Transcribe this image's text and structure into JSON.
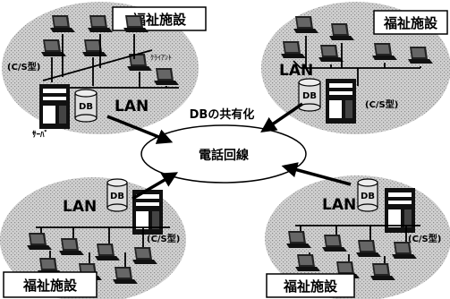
{
  "sites": [
    {
      "name": "福祉施設",
      "lan": "LAN",
      "cs": "(C/S型)",
      "db": "DB"
    },
    {
      "name": "福祉施設",
      "lan": "LAN",
      "cs": "(C/S型)",
      "db": "DB"
    },
    {
      "name": "福祉施設",
      "lan": "LAN",
      "cs": "(C/S型)",
      "db": "DB"
    },
    {
      "name": "福祉施設",
      "lan": "LAN",
      "cs": "(C/S型)",
      "db": "DB"
    }
  ],
  "labels": {
    "client": "ｸﾗｲｱﾝﾄ",
    "server": "ｻｰﾊﾞ",
    "db_share": "DBの共有化",
    "phone_line": "電話回線"
  }
}
